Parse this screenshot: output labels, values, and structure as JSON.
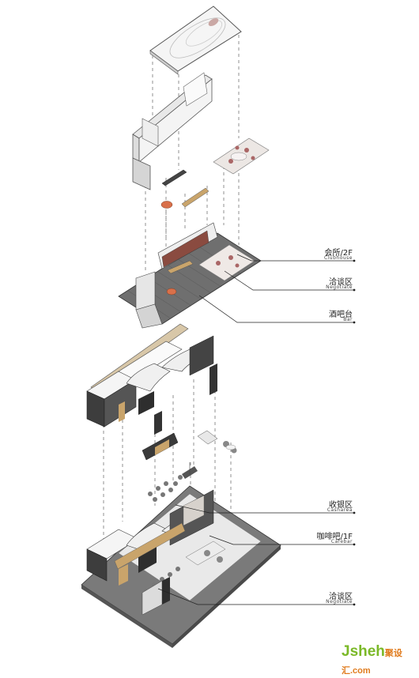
{
  "labels": {
    "clubhouse": {
      "cn": "会所/2F",
      "en": "Clubhouse"
    },
    "negotiate_upper": {
      "cn": "洽谈区",
      "en": "Negotiate"
    },
    "bar": {
      "cn": "酒吧台",
      "en": "Bar"
    },
    "cashier": {
      "cn": "收银区",
      "en": "Casharea"
    },
    "cafebar": {
      "cn": "咖啡吧/1F",
      "en": "Cafebar"
    },
    "negotiate_lower": {
      "cn": "洽谈区",
      "en": "Negotiate"
    }
  },
  "watermark": {
    "brand": "Jsheh",
    "suffix": "聚设汇.com"
  }
}
